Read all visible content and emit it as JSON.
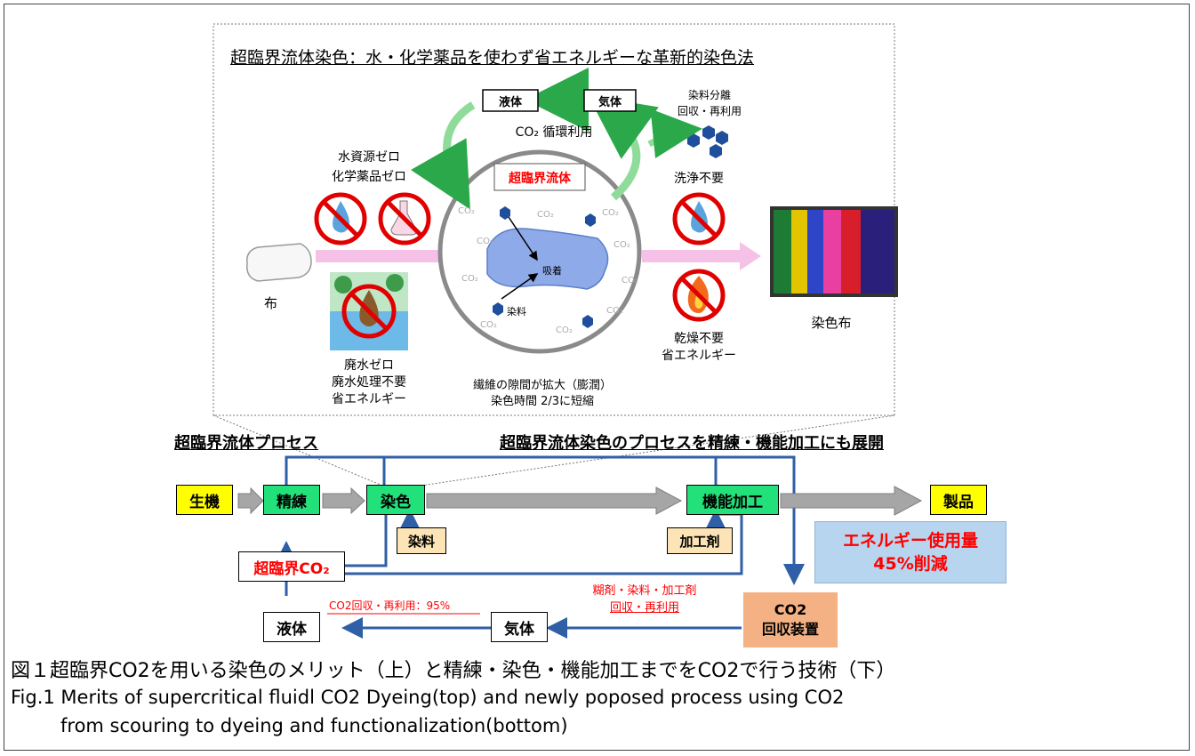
{
  "top": {
    "title": "超臨界流体染色：水・化学薬品を使わず省エネルギーな革新的染色法",
    "liquid": "液体",
    "gas": "気体",
    "co2_cycle": "CO₂ 循環利用",
    "dye_sep_1": "染料分離",
    "dye_sep_2": "回収・再利用",
    "water_zero": "水資源ゼロ",
    "chem_zero": "化学薬品ゼロ",
    "scf_label": "超臨界流体",
    "wash_free": "洗浄不要",
    "cloth": "布",
    "adsorb": "吸着",
    "dye": "染料",
    "co2_mark": "CO₂",
    "dyed_cloth": "染色布",
    "dry_free": "乾燥不要",
    "energy_save_right": "省エネルギー",
    "waste_zero": "廃水ゼロ",
    "waste_treat": "廃水処理不要",
    "energy_save_left": "省エネルギー",
    "fiber_1": "繊維の隙間が拡大（膨潤）",
    "fiber_2": "染色時間 2/3に短縮"
  },
  "bottom": {
    "heading_left": "超臨界流体プロセス",
    "heading_right": "超臨界流体染色のプロセスを精練・機能加工にも展開",
    "greige": "生機",
    "scouring": "精練",
    "dyeing": "染色",
    "functional": "機能加工",
    "product": "製品",
    "dye": "染料",
    "finishing_agent": "加工剤",
    "sc_co2": "超臨界CO₂",
    "energy_1": "エネルギー使用量",
    "energy_2": "45%削減",
    "co2_recovery_rate": "CO2回収・再利用：95%",
    "recov_1": "糊剤・染料・加工剤",
    "recov_2": "回収・再利用",
    "liquid": "液体",
    "gas": "気体",
    "co2_device_1": "CO2",
    "co2_device_2": "回収装置"
  },
  "caption": {
    "jp": "図１超臨界CO2を用いる染色のメリット（上）と精練・染色・機能加工までをCO2で行う技術（下）",
    "en1": "Fig.1 Merits of supercritical fluidl CO2 Dyeing(top) and newly poposed process using CO2",
    "en2": "from scouring to dyeing and functionalization(bottom)"
  },
  "colors": {
    "green_box": "#22e07a",
    "yellow_box": "#ffff00",
    "tan_box": "#fce4b6",
    "blue_box": "#b7d5ee",
    "orange_box": "#f4b183",
    "pipe_blue": "#2f5fa6",
    "red_text": "#ff0000",
    "pink_arrow": "#f6c1e6"
  }
}
